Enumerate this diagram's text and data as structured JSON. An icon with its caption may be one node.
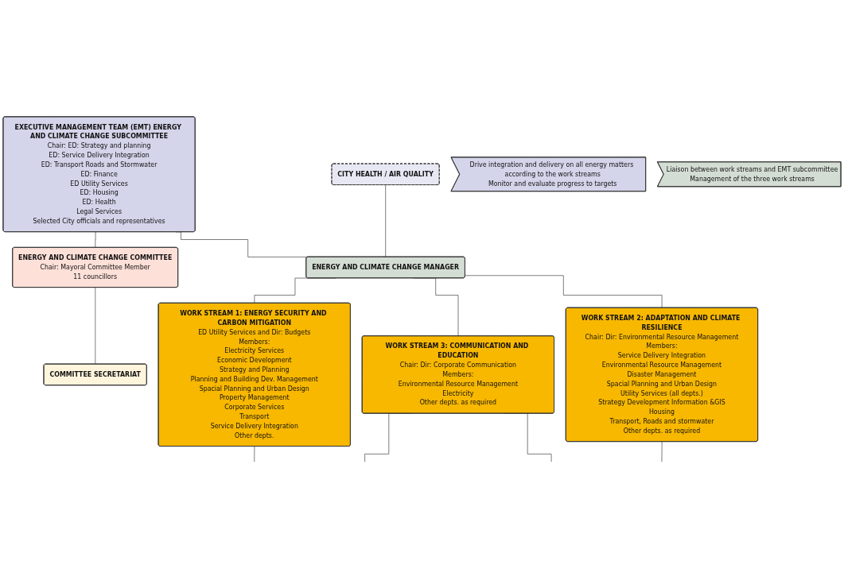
{
  "diagram": {
    "nodes": [
      {
        "text": [
          "ENERGY AND CLIMATE CHANGE COMMITTEE",
          "Chair: Mayoral Committee Member",
          "11 councillors"
        ]
      },
      {
        "text": [
          "EXECUTIVE MANAGEMENT TEAM (EMT) ENERGY AND CLIMATE CHANGE SUBCOMMITTEE",
          "Chair: ED: Strategy and planning",
          "ED: Service Delivery Integration",
          "ED: Transport Roads and Stormwater",
          "ED: Finance",
          "ED Utility Services",
          "ED: Housing",
          "ED: Health",
          "Legal Services",
          "Selected City officials and representatives"
        ]
      },
      {
        "text": [
          "COMMITTEE SECRETARIAT"
        ]
      },
      {
        "text": [
          "CITY HEALTH / AIR QUALITY"
        ]
      },
      {
        "text": [
          "ENERGY AND CLIMATE CHANGE MANAGER"
        ]
      },
      {
        "text": [
          "WORK STREAM 1: ENERGY SECURITY AND CARBON MITIGATION",
          "ED Utility Services and Dir: Budgets",
          "Members:",
          "Electricity Services",
          "Economic Development",
          "Strategy and Planning",
          "Planning and Building Dev. Management",
          "Spacial Planning and Urban Design",
          "Property Management",
          "Corporate Services",
          "Transport",
          "Service Delivery Integration",
          "Other depts."
        ]
      },
      {
        "text": [
          "WORK STREAM 2: ADAPTATION AND CLIMATE RESILIENCE",
          "Chair: Dir: Environmental Resource Management",
          "Members:",
          "Service Delivery Integration",
          "Environmental Resource Management",
          "Disaster Management",
          "Spacial Planning and Urban Design",
          "Utility Services (all depts.)",
          "Strategy Development Information &GIS",
          "Housing",
          "Transport, Roads and stormwater",
          "Other depts. as required"
        ]
      },
      {
        "text": [
          "WORK STREAM 3: COMMUNICATION AND EDUCATION",
          "Chair: Dir: Corporate Communication",
          "Members:",
          "Environmental Resource Management",
          "Electricity",
          "Other depts. as required"
        ]
      },
      {
        "text": [
          "Drive integration and delivery on all energy matters according to the work streams",
          "Monitor and evaluate progress to targets"
        ]
      },
      {
        "text": [
          "Liaison between work streams and EMT subcommittee",
          "Management of the three work streams"
        ]
      }
    ],
    "edges": [
      {
        "from": 1,
        "to": 0,
        "arrow": "none"
      },
      {
        "from": 0,
        "to": 2,
        "arrow": "none"
      },
      {
        "from": 1,
        "to": 4,
        "arrow": "none"
      },
      {
        "from": 3,
        "to": 4,
        "arrow": "none"
      },
      {
        "from": 4,
        "to": 5,
        "arrow": "none"
      },
      {
        "from": 4,
        "to": 7,
        "arrow": "none"
      },
      {
        "from": 4,
        "to": 6,
        "arrow": "none"
      },
      {
        "from": 5,
        "to": null,
        "arrow": "none"
      },
      {
        "from": 7,
        "to": null,
        "arrow": "none"
      },
      {
        "from": 7,
        "to": null,
        "arrow": "none"
      },
      {
        "from": 6,
        "to": null,
        "arrow": "none"
      }
    ]
  }
}
